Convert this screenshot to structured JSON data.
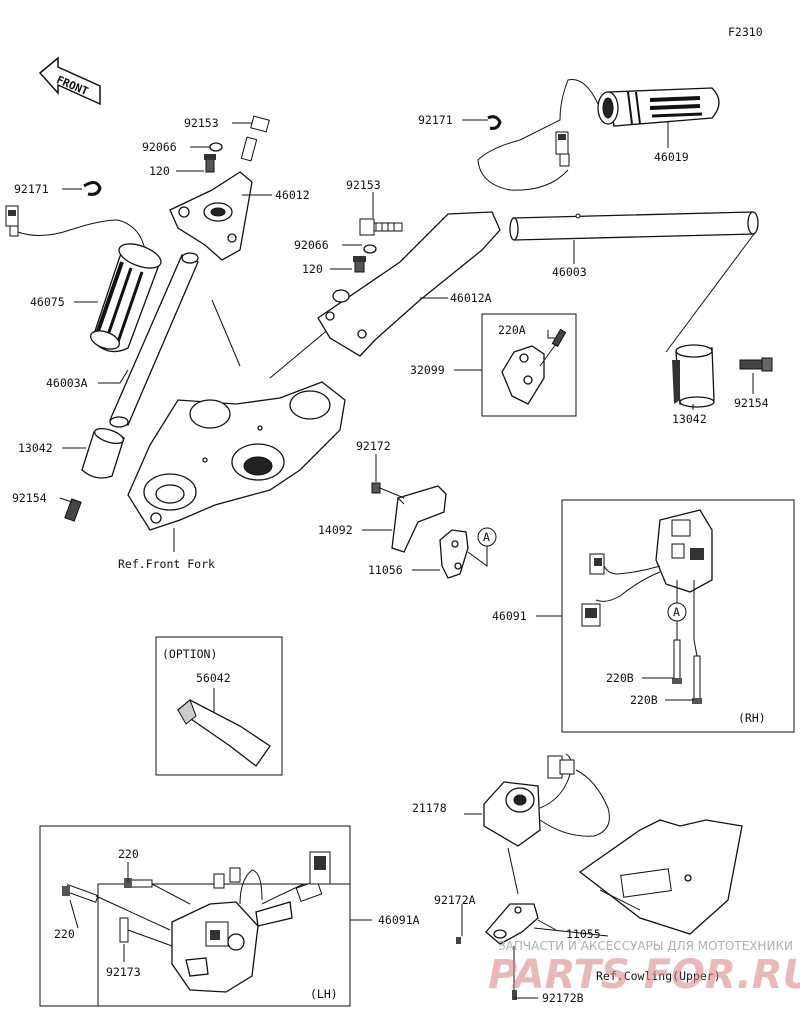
{
  "diagram_code": "F2310",
  "front_label": "FRONT",
  "labels": {
    "p92153a": "92153",
    "p92066a": "92066",
    "p120a": "120",
    "p92171a": "92171",
    "p46075": "46075",
    "p46003A": "46003A",
    "p13042a": "13042",
    "p92154a": "92154",
    "p46012": "46012",
    "p92171b": "92171",
    "p46019": "46019",
    "p92153b": "92153",
    "p92066b": "92066",
    "p120b": "120",
    "p46012A": "46012A",
    "p46003": "46003",
    "p220A": "220A",
    "p32099": "32099",
    "p13042b": "13042",
    "p92154b": "92154",
    "p92172": "92172",
    "p14092": "14092",
    "p11056": "11056",
    "markerA1": "A",
    "ref_front_fork": "Ref.Front Fork",
    "p46091": "46091",
    "markerA2": "A",
    "p220Ba": "220B",
    "p220Bb": "220B",
    "rh": "(RH)",
    "option": "(OPTION)",
    "p56042": "56042",
    "p21178": "21178",
    "p92172A": "92172A",
    "p11055": "11055",
    "ref_cowling": "Ref.Cowling(Upper)",
    "p92172B": "92172B",
    "p220a": "220",
    "p220b": "220",
    "p92173": "92173",
    "p46091A": "46091A",
    "lh": "(LH)"
  },
  "watermark": {
    "line1": "ЗАПЧАСТИ И АКСЕССУАРЫ ДЛЯ МОТОТЕХНИКИ",
    "line2": "PARTS FOR.RU"
  }
}
